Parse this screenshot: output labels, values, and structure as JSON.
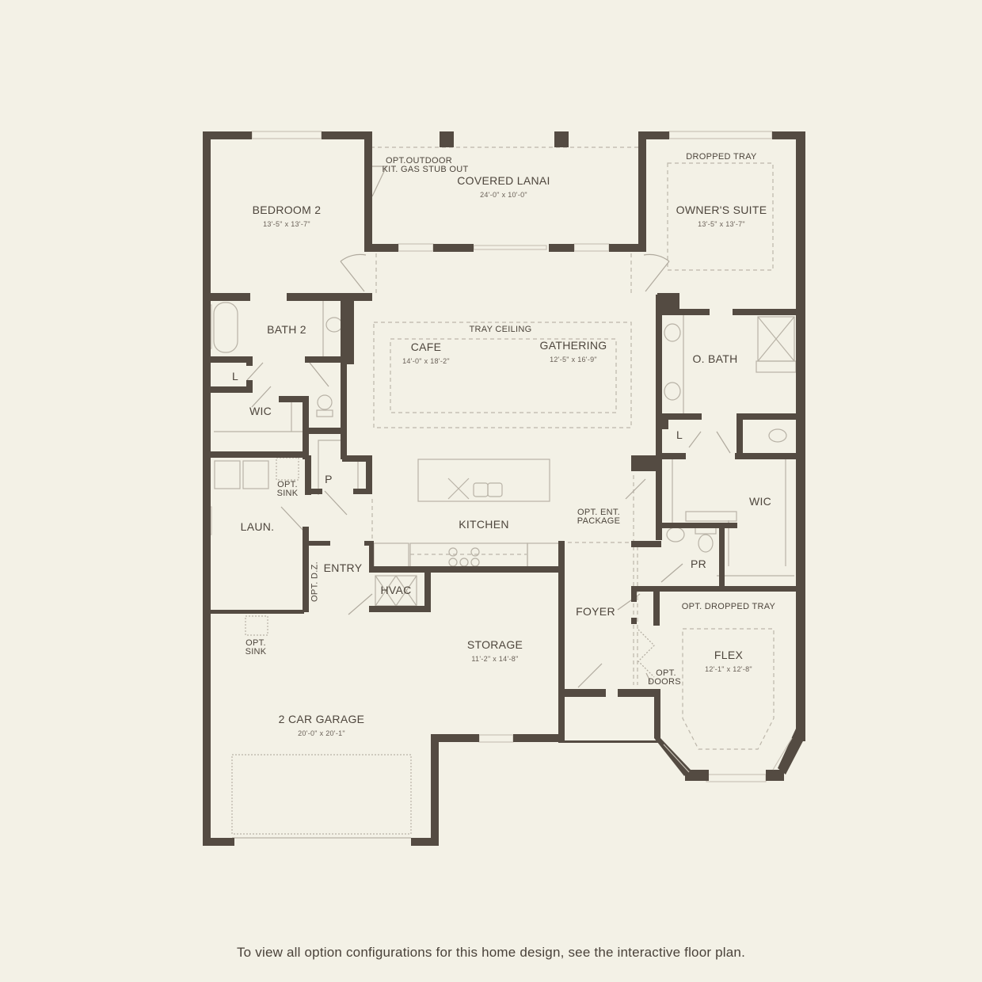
{
  "colors": {
    "background": "#f3f1e6",
    "wall": "#544b42",
    "fixture_line": "#b8b2a6",
    "text": "#4a423a"
  },
  "rooms": {
    "bedroom2": {
      "name": "BEDROOM 2",
      "dims": "13'-5\" x 13'-7\""
    },
    "lanai": {
      "name": "COVERED LANAI",
      "dims": "24'-0\" x 10'-0\"",
      "note_line1": "OPT.OUTDOOR",
      "note_line2": "KIT. GAS STUB OUT"
    },
    "owners_suite": {
      "name": "OWNER'S SUITE",
      "dims": "13'-5\" x 13'-7\"",
      "ceiling": "DROPPED TRAY"
    },
    "bath2": {
      "name": "BATH 2"
    },
    "linen_left": {
      "name": "L"
    },
    "wic_left": {
      "name": "WIC"
    },
    "tray_ceiling": {
      "name": "TRAY CEILING"
    },
    "cafe": {
      "name": "CAFE",
      "dims": "14'-0\" x 18'-2\""
    },
    "gathering": {
      "name": "GATHERING",
      "dims": "12'-5\" x 16'-9\""
    },
    "obath": {
      "name": "O. BATH"
    },
    "linen_right": {
      "name": "L"
    },
    "wic_right": {
      "name": "WIC"
    },
    "laundry": {
      "name": "LAUN.",
      "sink_line1": "OPT.",
      "sink_line2": "SINK"
    },
    "pantry": {
      "name": "P"
    },
    "kitchen": {
      "name": "KITCHEN"
    },
    "ent_package": {
      "line1": "OPT. ENT.",
      "line2": "PACKAGE"
    },
    "powder": {
      "name": "PR"
    },
    "drop_zone": {
      "name": "OPT. D.Z."
    },
    "entry": {
      "name": "ENTRY"
    },
    "hvac": {
      "name": "HVAC"
    },
    "foyer": {
      "name": "FOYER"
    },
    "flex": {
      "name": "FLEX",
      "dims": "12'-1\" x 12'-8\"",
      "ceiling": "OPT. DROPPED TRAY",
      "doors_line1": "OPT.",
      "doors_line2": "DOORS"
    },
    "storage": {
      "name": "STORAGE",
      "dims": "11'-2\" x 14'-8\""
    },
    "garage": {
      "name": "2 CAR GARAGE",
      "dims": "20'-0\" x 20'-1\"",
      "sink_line1": "OPT.",
      "sink_line2": "SINK"
    }
  },
  "footer": {
    "text": "To view all option configurations for this home design, see the interactive floor plan."
  }
}
